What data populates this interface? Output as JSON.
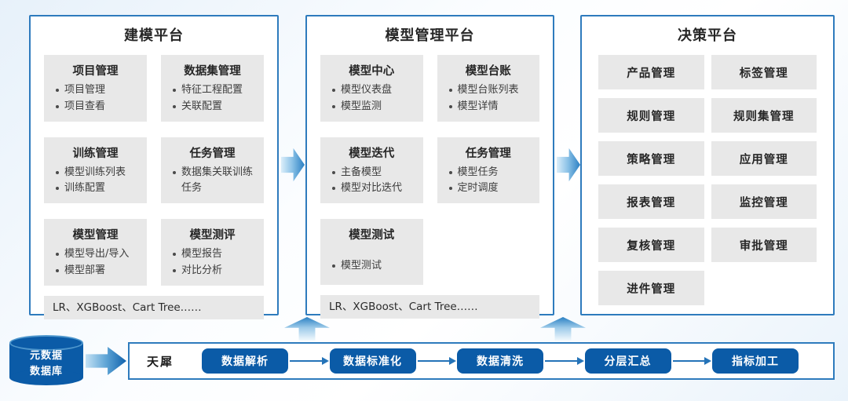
{
  "colors": {
    "accent_blue": "#0B5BA7",
    "border_blue": "#2E7BBD",
    "arrow_blue": "#2A80C3",
    "card_gray": "#E8E8E8"
  },
  "panels": [
    {
      "title": "建模平台",
      "cards": [
        {
          "title": "项目管理",
          "items": [
            "项目管理",
            "项目查看"
          ]
        },
        {
          "title": "数据集管理",
          "items": [
            "特征工程配置",
            "关联配置"
          ]
        },
        {
          "title": "训练管理",
          "items": [
            "模型训练列表",
            "训练配置"
          ]
        },
        {
          "title": "任务管理",
          "items": [
            "数据集关联训练任务"
          ]
        },
        {
          "title": "模型管理",
          "items": [
            "模型导出/导入",
            "模型部署"
          ]
        },
        {
          "title": "模型测评",
          "items": [
            "模型报告",
            "对比分析"
          ]
        }
      ],
      "footer": "LR、XGBoost、Cart Tree……"
    },
    {
      "title": "模型管理平台",
      "cards": [
        {
          "title": "模型中心",
          "items": [
            "模型仪表盘",
            "模型监测"
          ]
        },
        {
          "title": "模型台账",
          "items": [
            "模型台账列表",
            "模型详情"
          ]
        },
        {
          "title": "模型迭代",
          "items": [
            "主备模型",
            "模型对比迭代"
          ]
        },
        {
          "title": "任务管理",
          "items": [
            "模型任务",
            "定时调度"
          ]
        },
        {
          "title": "模型测试",
          "items": [
            "模型测试"
          ]
        }
      ],
      "footer": "LR、XGBoost、Cart Tree……"
    },
    {
      "title": "决策平台",
      "buttons": [
        "产品管理",
        "标签管理",
        "规则管理",
        "规则集管理",
        "策略管理",
        "应用管理",
        "报表管理",
        "监控管理",
        "复核管理",
        "审批管理",
        "进件管理"
      ]
    }
  ],
  "pipeline": {
    "database_lines": [
      "元数据",
      "数据库"
    ],
    "engine_label": "天犀",
    "steps": [
      "数据解析",
      "数据标准化",
      "数据清洗",
      "分层汇总",
      "指标加工"
    ]
  }
}
